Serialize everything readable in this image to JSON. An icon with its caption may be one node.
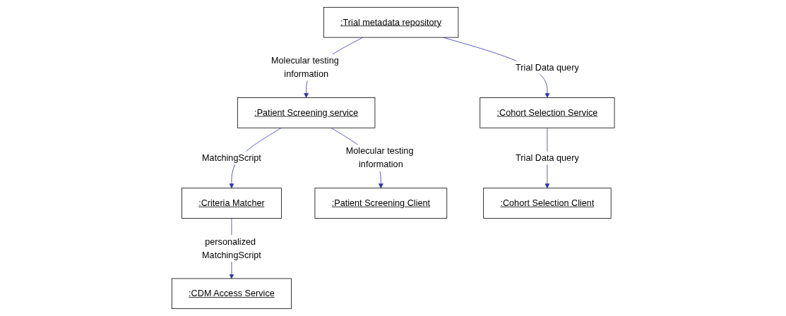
{
  "diagram": {
    "nodes": [
      {
        "text": [
          ":Trial metadata repository"
        ]
      },
      {
        "text": [
          ":Criteria Matcher"
        ]
      },
      {
        "text": [
          ":Patient Screening service"
        ]
      },
      {
        "text": [
          ":Cohort Selection Service"
        ]
      },
      {
        "text": [
          ":CDM Access Service"
        ]
      },
      {
        "text": [
          ":Patient Screening Client"
        ]
      },
      {
        "text": [
          ":Cohort Selection Client"
        ]
      }
    ],
    "edges": [
      {
        "from": 0,
        "to": 2,
        "arrow": "to",
        "label": "Molecular testing information"
      },
      {
        "from": 0,
        "to": 3,
        "arrow": "to",
        "label": "Trial Data query"
      },
      {
        "from": 2,
        "to": 1,
        "arrow": "to",
        "label": "MatchingScript"
      },
      {
        "from": 1,
        "to": 4,
        "arrow": "to",
        "label": "personalized MatchingScript"
      },
      {
        "from": 2,
        "to": 5,
        "arrow": "to",
        "label": "Molecular testing information"
      },
      {
        "from": 3,
        "to": 6,
        "arrow": "to",
        "label": "Trial Data query"
      }
    ]
  }
}
